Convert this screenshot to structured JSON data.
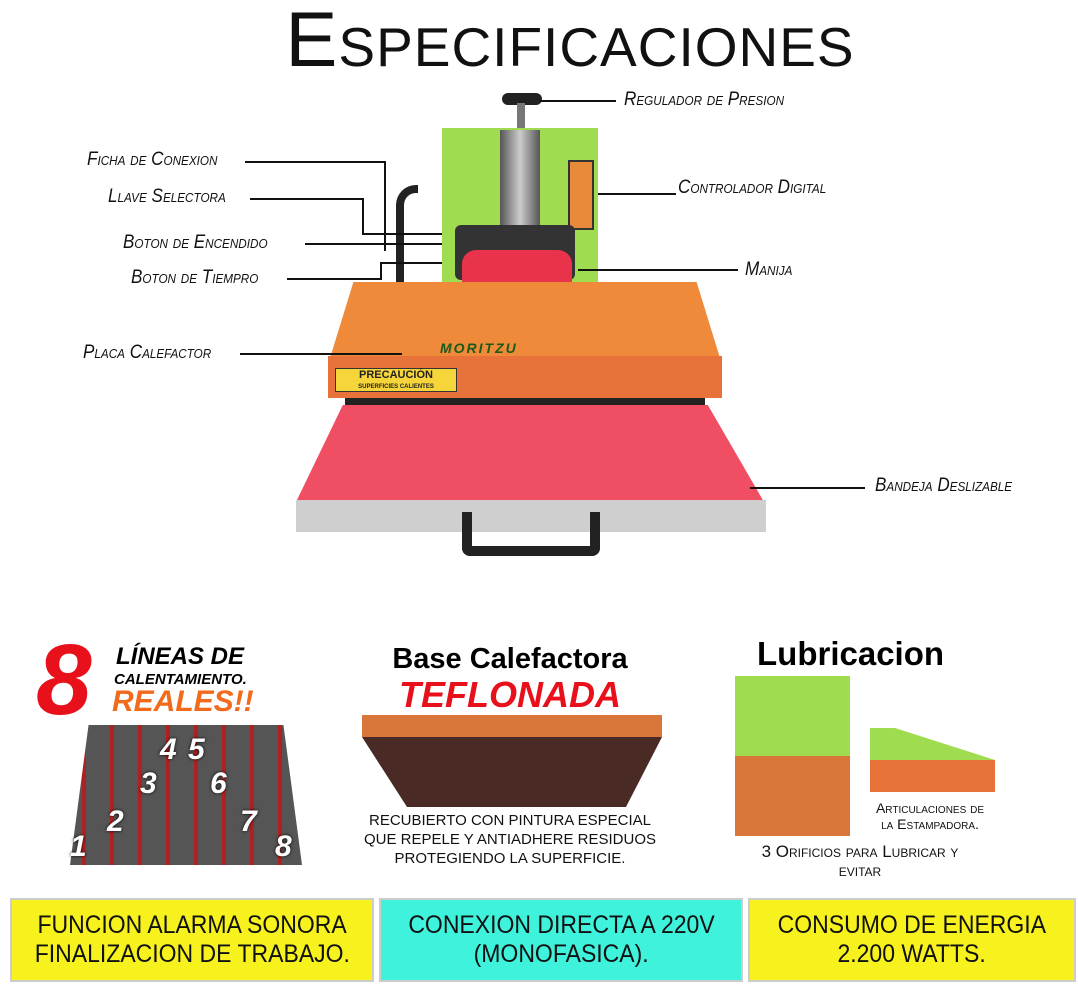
{
  "title": "Especificaciones",
  "labels": {
    "regulador": "Regulador de Presion",
    "ficha": "Ficha de Conexion",
    "llave": "Llave Selectora",
    "encendido": "Boton de Encendido",
    "tiempo": "Boton de Tiempro",
    "controlador": "Controlador Digital",
    "manija": "Manija",
    "placa": "Placa Calefactor",
    "bandeja": "Bandeja Deslizable"
  },
  "product": {
    "brand": "MORITZU",
    "warning": "PRECAUCIÓN",
    "warning_sub": "SUPERFICIES CALIENTES"
  },
  "lines_panel": {
    "number": "8",
    "line1": "LÍNEAS DE",
    "line2": "CALENTAMIENTO.",
    "line3": "REALES!!",
    "digits": [
      "1",
      "2",
      "3",
      "4",
      "5",
      "6",
      "7",
      "8"
    ]
  },
  "base_panel": {
    "title": "Base Calefactora",
    "subtitle": "TEFLONADA",
    "caption": [
      "RECUBIERTO CON PINTURA ESPECIAL",
      "QUE REPELE Y ANTIADHERE RESIDUOS",
      "PROTEGIENDO LA SUPERFICIE."
    ]
  },
  "lub_panel": {
    "title": "Lubricacion",
    "joints": [
      "Articulaciones de",
      "la Estampadora."
    ],
    "holes": [
      "3 Orificios para Lubricar y",
      "evitar"
    ]
  },
  "features": [
    {
      "lines": [
        "FUNCION ALARMA SONORA",
        "FINALIZACION DE TRABAJO."
      ],
      "color": "#f7f21e"
    },
    {
      "lines": [
        "CONEXION DIRECTA A 220V",
        "(MONOFASICA)."
      ],
      "color": "#3ef2dc"
    },
    {
      "lines": [
        "CONSUMO DE ENERGIA",
        "2.200 WATTS."
      ],
      "color": "#f7f21e"
    }
  ]
}
